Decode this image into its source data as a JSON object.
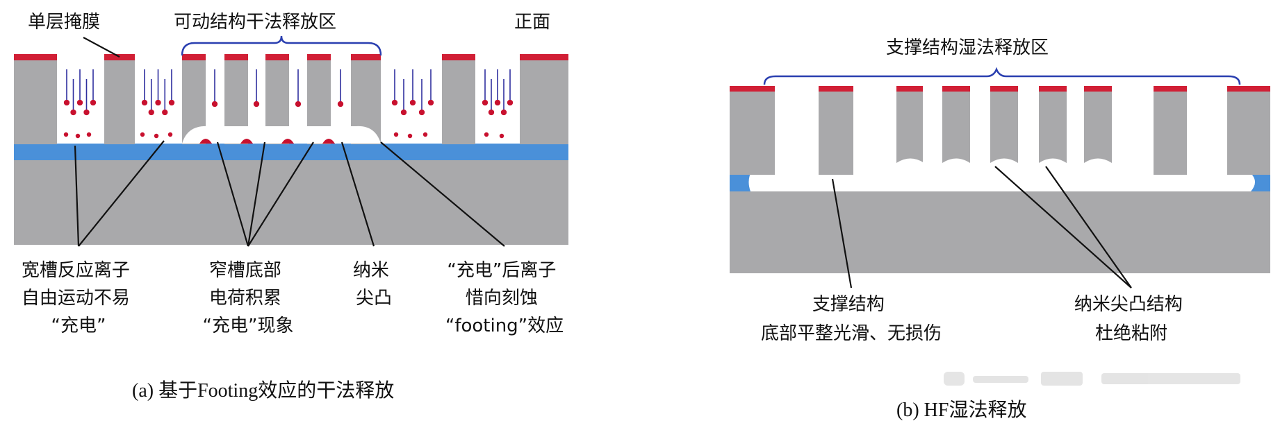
{
  "panel_a": {
    "label_mask": "单层掩膜",
    "label_release_zone": "可动结构干法释放区",
    "label_front": "正面",
    "annotations": [
      {
        "lines": [
          "宽槽反应离子",
          "自由运动不易",
          "“充电”"
        ]
      },
      {
        "lines": [
          "窄槽底部",
          "电荷积累",
          "“充电”现象"
        ]
      },
      {
        "lines": [
          "纳米",
          "尖凸"
        ]
      },
      {
        "lines": [
          "“充电”后离子",
          "惜向刻蚀",
          "“footing”效应"
        ]
      }
    ],
    "caption": "(a) 基于Footing效应的干法释放"
  },
  "panel_b": {
    "label_release_zone": "支撑结构湿法释放区",
    "annotations": [
      {
        "lines": [
          "支撑结构",
          "底部平整光滑、无损伤"
        ]
      },
      {
        "lines": [
          "纳米尖凸结构",
          "杜绝粘附"
        ]
      }
    ],
    "caption": "(b) HF湿法释放"
  },
  "colors": {
    "silicon": "#a9a9ab",
    "oxide": "#4a90d9",
    "mask": "#d11f35",
    "brace": "#2a3fb0",
    "ion": "#2f2f9e",
    "charge": "#c8102e"
  }
}
